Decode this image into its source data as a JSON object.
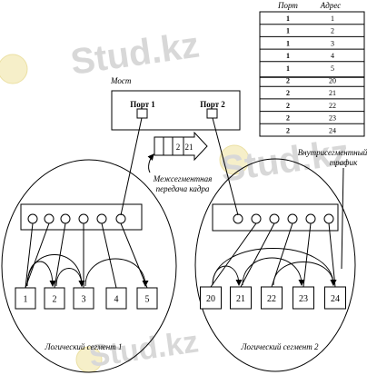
{
  "watermark": {
    "text": "Stud.kz",
    "color": "#cfcfcf",
    "logo_color": "#f3e7a8"
  },
  "table": {
    "header_port": "Порт",
    "header_address": "Адрес",
    "rows": [
      {
        "port": "1",
        "address": "1"
      },
      {
        "port": "1",
        "address": "2"
      },
      {
        "port": "1",
        "address": "3"
      },
      {
        "port": "1",
        "address": "4"
      },
      {
        "port": "1",
        "address": "5"
      },
      {
        "port": "2",
        "address": "20"
      },
      {
        "port": "2",
        "address": "21"
      },
      {
        "port": "2",
        "address": "22"
      },
      {
        "port": "2",
        "address": "23"
      },
      {
        "port": "2",
        "address": "24"
      }
    ]
  },
  "bridge": {
    "title": "Мост",
    "port1_label": "Порт 1",
    "port2_label": "Порт 2"
  },
  "frame": {
    "field1": "2",
    "field2": "21"
  },
  "labels": {
    "inter_segment_line1": "Межсегментная",
    "inter_segment_line2": "передача кадра",
    "intra_segment_line1": "Внутрисегментный",
    "intra_segment_line2": "трафик",
    "segment1": "Логический сегмент 1",
    "segment2": "Логический сегмент 2"
  },
  "segment1_nodes": [
    "1",
    "2",
    "3",
    "4",
    "5"
  ],
  "segment2_nodes": [
    "20",
    "21",
    "22",
    "23",
    "24"
  ]
}
